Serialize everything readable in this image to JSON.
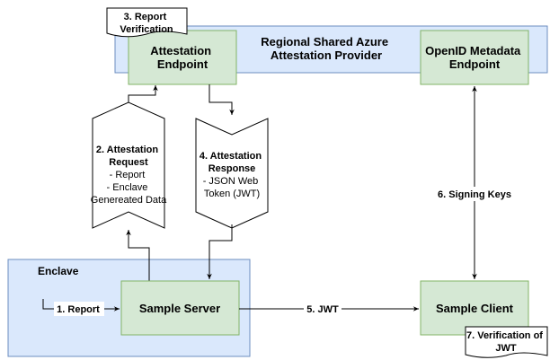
{
  "regions": {
    "provider": {
      "title_lines": [
        "Regional Shared Azure",
        "Attestation Provider"
      ]
    },
    "enclave": {
      "title": "Enclave"
    }
  },
  "nodes": {
    "attestation_endpoint": [
      "Attestation",
      "Endpoint"
    ],
    "openid_endpoint": [
      "OpenID Metadata",
      "Endpoint"
    ],
    "sample_server": "Sample Server",
    "sample_client": "Sample Client"
  },
  "callouts": {
    "report_verification": [
      "3. Report",
      "Verification"
    ],
    "verification_jwt": [
      "7. Verification of",
      "JWT"
    ]
  },
  "shapes": {
    "attestation_request": {
      "title_lines": [
        "2. Attestation",
        "Request"
      ],
      "detail_lines": [
        "- Report",
        "- Enclave",
        "Genereated Data"
      ]
    },
    "attestation_response": {
      "title_lines": [
        "4. Attestation",
        "Response"
      ],
      "detail_lines": [
        "- JSON Web",
        "Token (JWT)"
      ]
    }
  },
  "edges": {
    "report": "1. Report",
    "jwt": "5. JWT",
    "signing_keys": "6. Signing Keys"
  },
  "colors": {
    "region_blue_fill": "#dae8fc",
    "region_blue_stroke": "#6c8ebf",
    "node_green_fill": "#d5e8d4",
    "node_green_stroke": "#82b366",
    "line": "#000000"
  }
}
